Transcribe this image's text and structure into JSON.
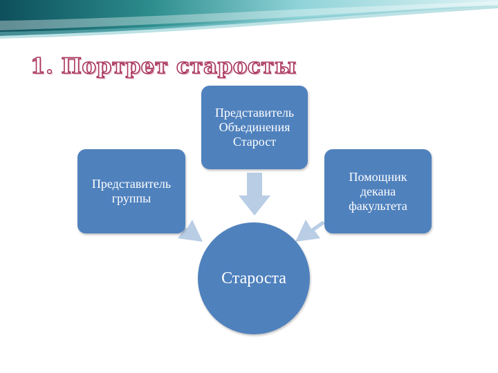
{
  "slide": {
    "title": "1. Портрет старосты"
  },
  "diagram": {
    "top_box": "Представитель\nОбъединения\nСтарост",
    "left_box": "Представитель\nгруппы",
    "right_box": "Помощник\nдекана\nфакультета",
    "center": "Староста"
  },
  "colors": {
    "box_fill": "#4f81bd",
    "arrow_fill": "#b9cde5",
    "title_outline": "#a8345a"
  }
}
